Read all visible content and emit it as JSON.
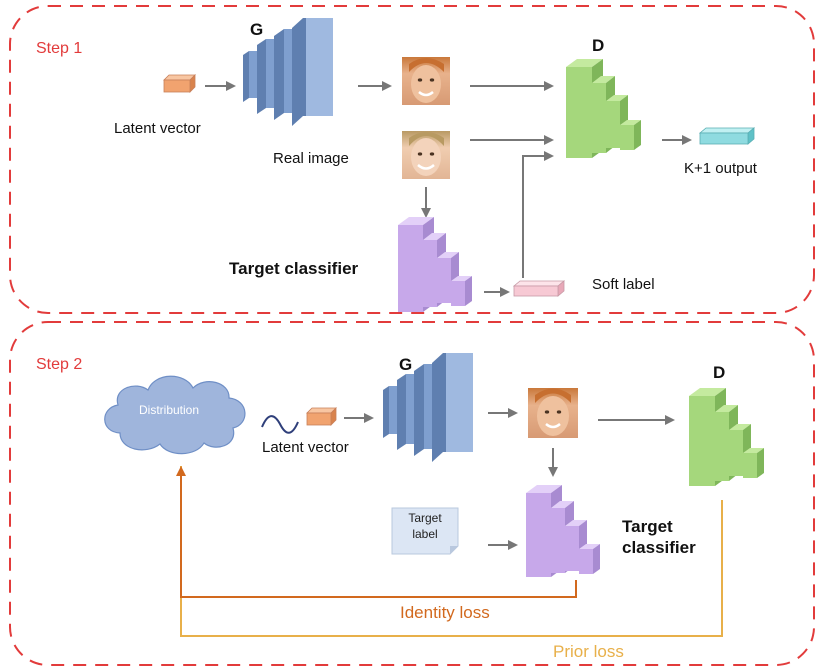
{
  "colors": {
    "frame": "#e23b3b",
    "generator": "#7f9fcf",
    "discriminator": "#a5d77c",
    "classifier": "#c7a8ea",
    "latent_vector": "#f1a36f",
    "output_vector": "#8fdbe0",
    "soft_label": "#f7c9d4",
    "cloud": "#9fb5dc",
    "identity_loss": "#d2691e",
    "prior_loss": "#e8b04a",
    "arrow": "#777777"
  },
  "icons": [
    "face-image-icon",
    "cloud-icon",
    "wave-icon",
    "document-icon"
  ],
  "step1": {
    "title": "Step 1",
    "generator_label": "G",
    "discriminator_label": "D",
    "latent_vector_label": "Latent vector",
    "real_image_label": "Real image",
    "output_label": "K+1 output",
    "classifier_label": "Target classifier",
    "soft_label_label": "Soft label"
  },
  "step2": {
    "title": "Step 2",
    "distribution_label": "Distribution",
    "latent_vector_label": "Latent vector",
    "generator_label": "G",
    "discriminator_label": "D",
    "target_label_line1": "Target",
    "target_label_line2": "label",
    "classifier_line1": "Target",
    "classifier_line2": "classifier",
    "identity_loss_label": "Identity loss",
    "prior_loss_label": "Prior loss"
  }
}
